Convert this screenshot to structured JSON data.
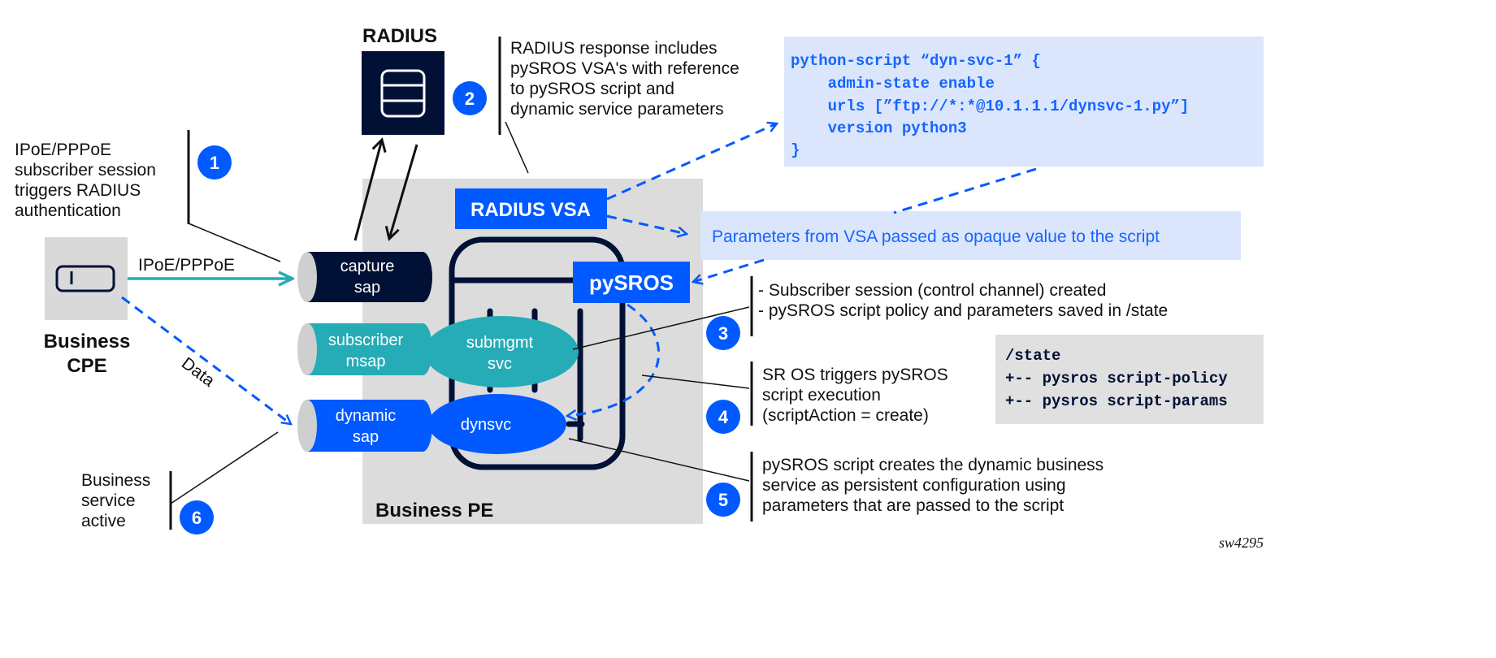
{
  "labels": {
    "radius": "RADIUS",
    "business_pe": "Business PE",
    "business_cpe_1": "Business",
    "business_cpe_2": "CPE",
    "radius_vsa": "RADIUS VSA",
    "pysros": "pySROS",
    "capture_sap": [
      "capture",
      "sap"
    ],
    "subscriber_msap": [
      "subscriber",
      "msap"
    ],
    "submgmt_svc": [
      "submgmt",
      "svc"
    ],
    "dynamic_sap": [
      "dynamic",
      "sap"
    ],
    "dynsvc": "dynsvc",
    "ipoe_link": "IPoE/PPPoE",
    "data_link": "Data",
    "params_box": "Parameters from VSA passed as opaque value to the script",
    "figure_id": "sw4295"
  },
  "steps": [
    {
      "num": "1",
      "lines": [
        "IPoE/PPPoE",
        "subscriber session",
        "triggers RADIUS",
        "authentication"
      ]
    },
    {
      "num": "2",
      "lines": [
        "RADIUS response includes",
        "pySROS VSA's with reference",
        "to pySROS script and",
        "dynamic service parameters"
      ]
    },
    {
      "num": "3",
      "lines": [
        "- Subscriber session (control channel) created",
        "- pySROS script policy and parameters saved in /state"
      ]
    },
    {
      "num": "4",
      "lines": [
        "SR OS triggers pySROS",
        "script execution",
        "(scriptAction = create)"
      ]
    },
    {
      "num": "5",
      "lines": [
        "pySROS script creates the dynamic business",
        "service as persistent configuration using",
        "parameters that are passed to the script"
      ]
    },
    {
      "num": "6",
      "lines": [
        "Business",
        "service",
        "active"
      ]
    }
  ],
  "code_config": [
    "python-script “dyn-svc-1” {",
    "    admin-state enable",
    "    urls [”ftp://*:*@10.1.1.1/dynsvc-1.py”]",
    "    version python3",
    "}"
  ],
  "code_state": [
    "/state",
    "+-- pysros script-policy",
    "+-- pysros script-params"
  ],
  "colors": {
    "navy": "#001135",
    "teal": "#26acb6",
    "blue": "#005aff",
    "panel": "#dcdcdc",
    "code_bg": "#dbe6fd"
  }
}
